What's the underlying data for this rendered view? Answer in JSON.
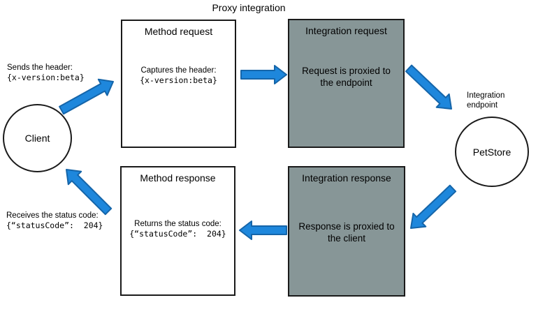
{
  "diagram_title": "Proxy integration",
  "colors": {
    "arrow_fill": "#1E87DC",
    "arrow_stroke": "#1565A9",
    "integration_box_fill": "#879697",
    "plain_box_fill": "#FFFFFF",
    "border": "#1A1A1A",
    "background": "#FFFFFF"
  },
  "client": {
    "label": "Client",
    "sends_line1": "Sends the header:",
    "sends_line2": "{x-version:beta}",
    "receives_line1": "Receives the status code:",
    "receives_line2": "{“statusCode”:  204}"
  },
  "integration_endpoint": {
    "label": "PetStore",
    "caption_line1": "Integration",
    "caption_line2": "endpoint"
  },
  "boxes": {
    "method_request": {
      "title": "Method request",
      "body_line1": "Captures the header:",
      "body_line2": "{x-version:beta}"
    },
    "integration_request": {
      "title": "Integration request",
      "body": "Request is proxied to the endpoint"
    },
    "method_response": {
      "title": "Method response",
      "body_line1": "Returns the status code:",
      "body_line2": "{“statusCode”:  204}"
    },
    "integration_response": {
      "title": "Integration response",
      "body": "Response is proxied to the client"
    }
  },
  "arrows": [
    {
      "name": "client-to-method-request"
    },
    {
      "name": "method-request-to-integration-request"
    },
    {
      "name": "integration-request-to-endpoint"
    },
    {
      "name": "endpoint-to-integration-response"
    },
    {
      "name": "integration-response-to-method-response"
    },
    {
      "name": "method-response-to-client"
    }
  ]
}
